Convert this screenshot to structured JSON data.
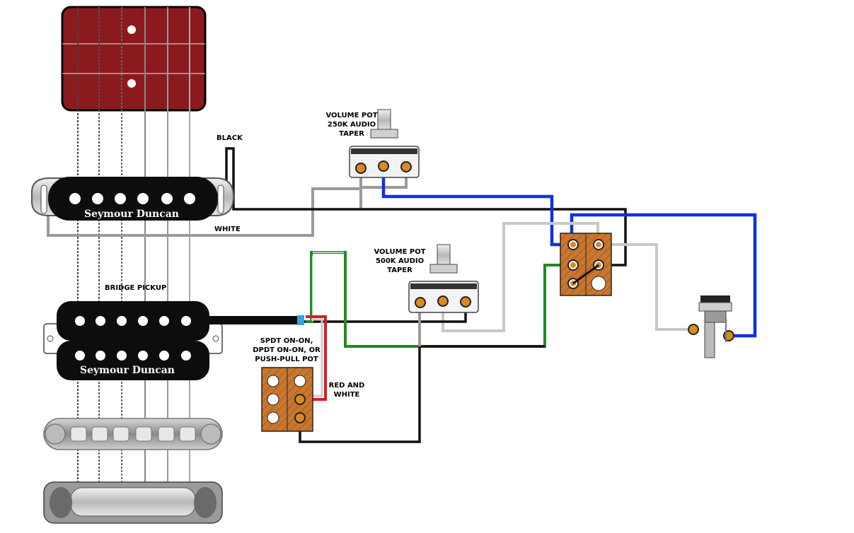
{
  "labels": {
    "black_wire": "BLACK",
    "white_wire": "WHITE",
    "neck_brand": "Seymour Duncan",
    "bridge_brand": "Seymour Duncan",
    "bridge_pickup": "BRIDGE PICKUP",
    "volume_pot_250k": [
      "VOLUME POT",
      "250K AUDIO",
      "TAPER"
    ],
    "volume_pot_500k": [
      "VOLUME POT",
      "500K AUDIO",
      "TAPER"
    ],
    "switch": [
      "SPDT ON-ON,",
      "DPDT ON-ON, OR",
      "PUSH-PULL POT"
    ],
    "red_and_white": [
      "RED AND",
      "WHITE"
    ]
  },
  "colors": {
    "wire_black": "#111111",
    "wire_gray": "#9a9a9a",
    "wire_light_gray": "#c8c8c8",
    "wire_blue": "#1030e0",
    "wire_green": "#1f8a2a",
    "wire_red": "#d42020",
    "pickguard_red": "#8b1a1f",
    "switch_wood": "#c9772e",
    "lug_orange": "#d98a20"
  }
}
